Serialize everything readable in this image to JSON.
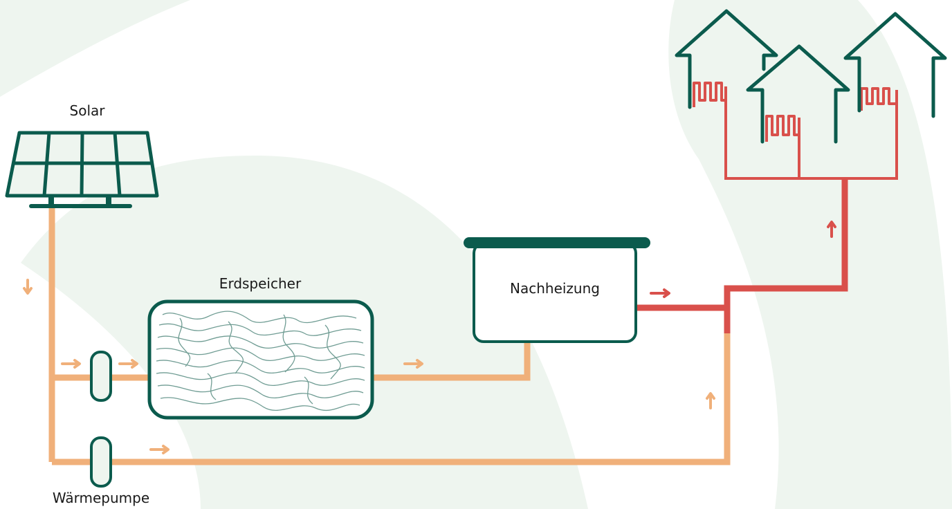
{
  "labels": {
    "solar": "Solar",
    "erdspeicher": "Erdspeicher",
    "nachheizung": "Nachheizung",
    "waermepumpe": "Wärmepumpe"
  },
  "colors": {
    "background_shape": "#eef5ef",
    "pipe_warm": "#f0b07a",
    "pipe_hot": "#d9504b",
    "outline": "#0b5b4d",
    "component_fill": "#eef5ef",
    "storage_texture": "#6f9c93"
  },
  "icons": {
    "solar_panel": "solar-panel-icon",
    "storage": "ground-storage-icon",
    "heater": "heater-tank-icon",
    "pump": "pump-icon",
    "houses": "house-icon"
  }
}
